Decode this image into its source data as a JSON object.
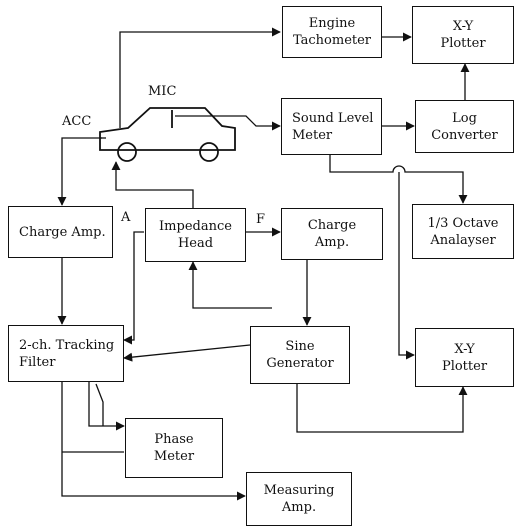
{
  "blocks": {
    "engine_tachometer": [
      "Engine",
      "Tachometer"
    ],
    "xy_plotter_top": [
      "X-Y",
      "Plotter"
    ],
    "sound_level_meter": [
      "Sound Level",
      "Meter"
    ],
    "log_converter": [
      "Log",
      "Converter"
    ],
    "charge_amp_left": [
      "Charge Amp."
    ],
    "impedance_head": [
      "Impedance",
      "Head"
    ],
    "charge_amp_mid": [
      "Charge",
      "Amp."
    ],
    "octave_analyser": [
      "1/3 Octave",
      "Analayser"
    ],
    "tracking_filter": [
      "2-ch. Tracking",
      "Filter"
    ],
    "sine_generator": [
      "Sine",
      "Generator"
    ],
    "xy_plotter_bottom": [
      "X-Y",
      "Plotter"
    ],
    "phase_meter": [
      "Phase",
      "Meter"
    ],
    "measuring_amp": [
      "Measuring",
      "Amp."
    ]
  },
  "labels": {
    "mic": "MIC",
    "acc": "ACC",
    "a": "A",
    "f": "F"
  }
}
